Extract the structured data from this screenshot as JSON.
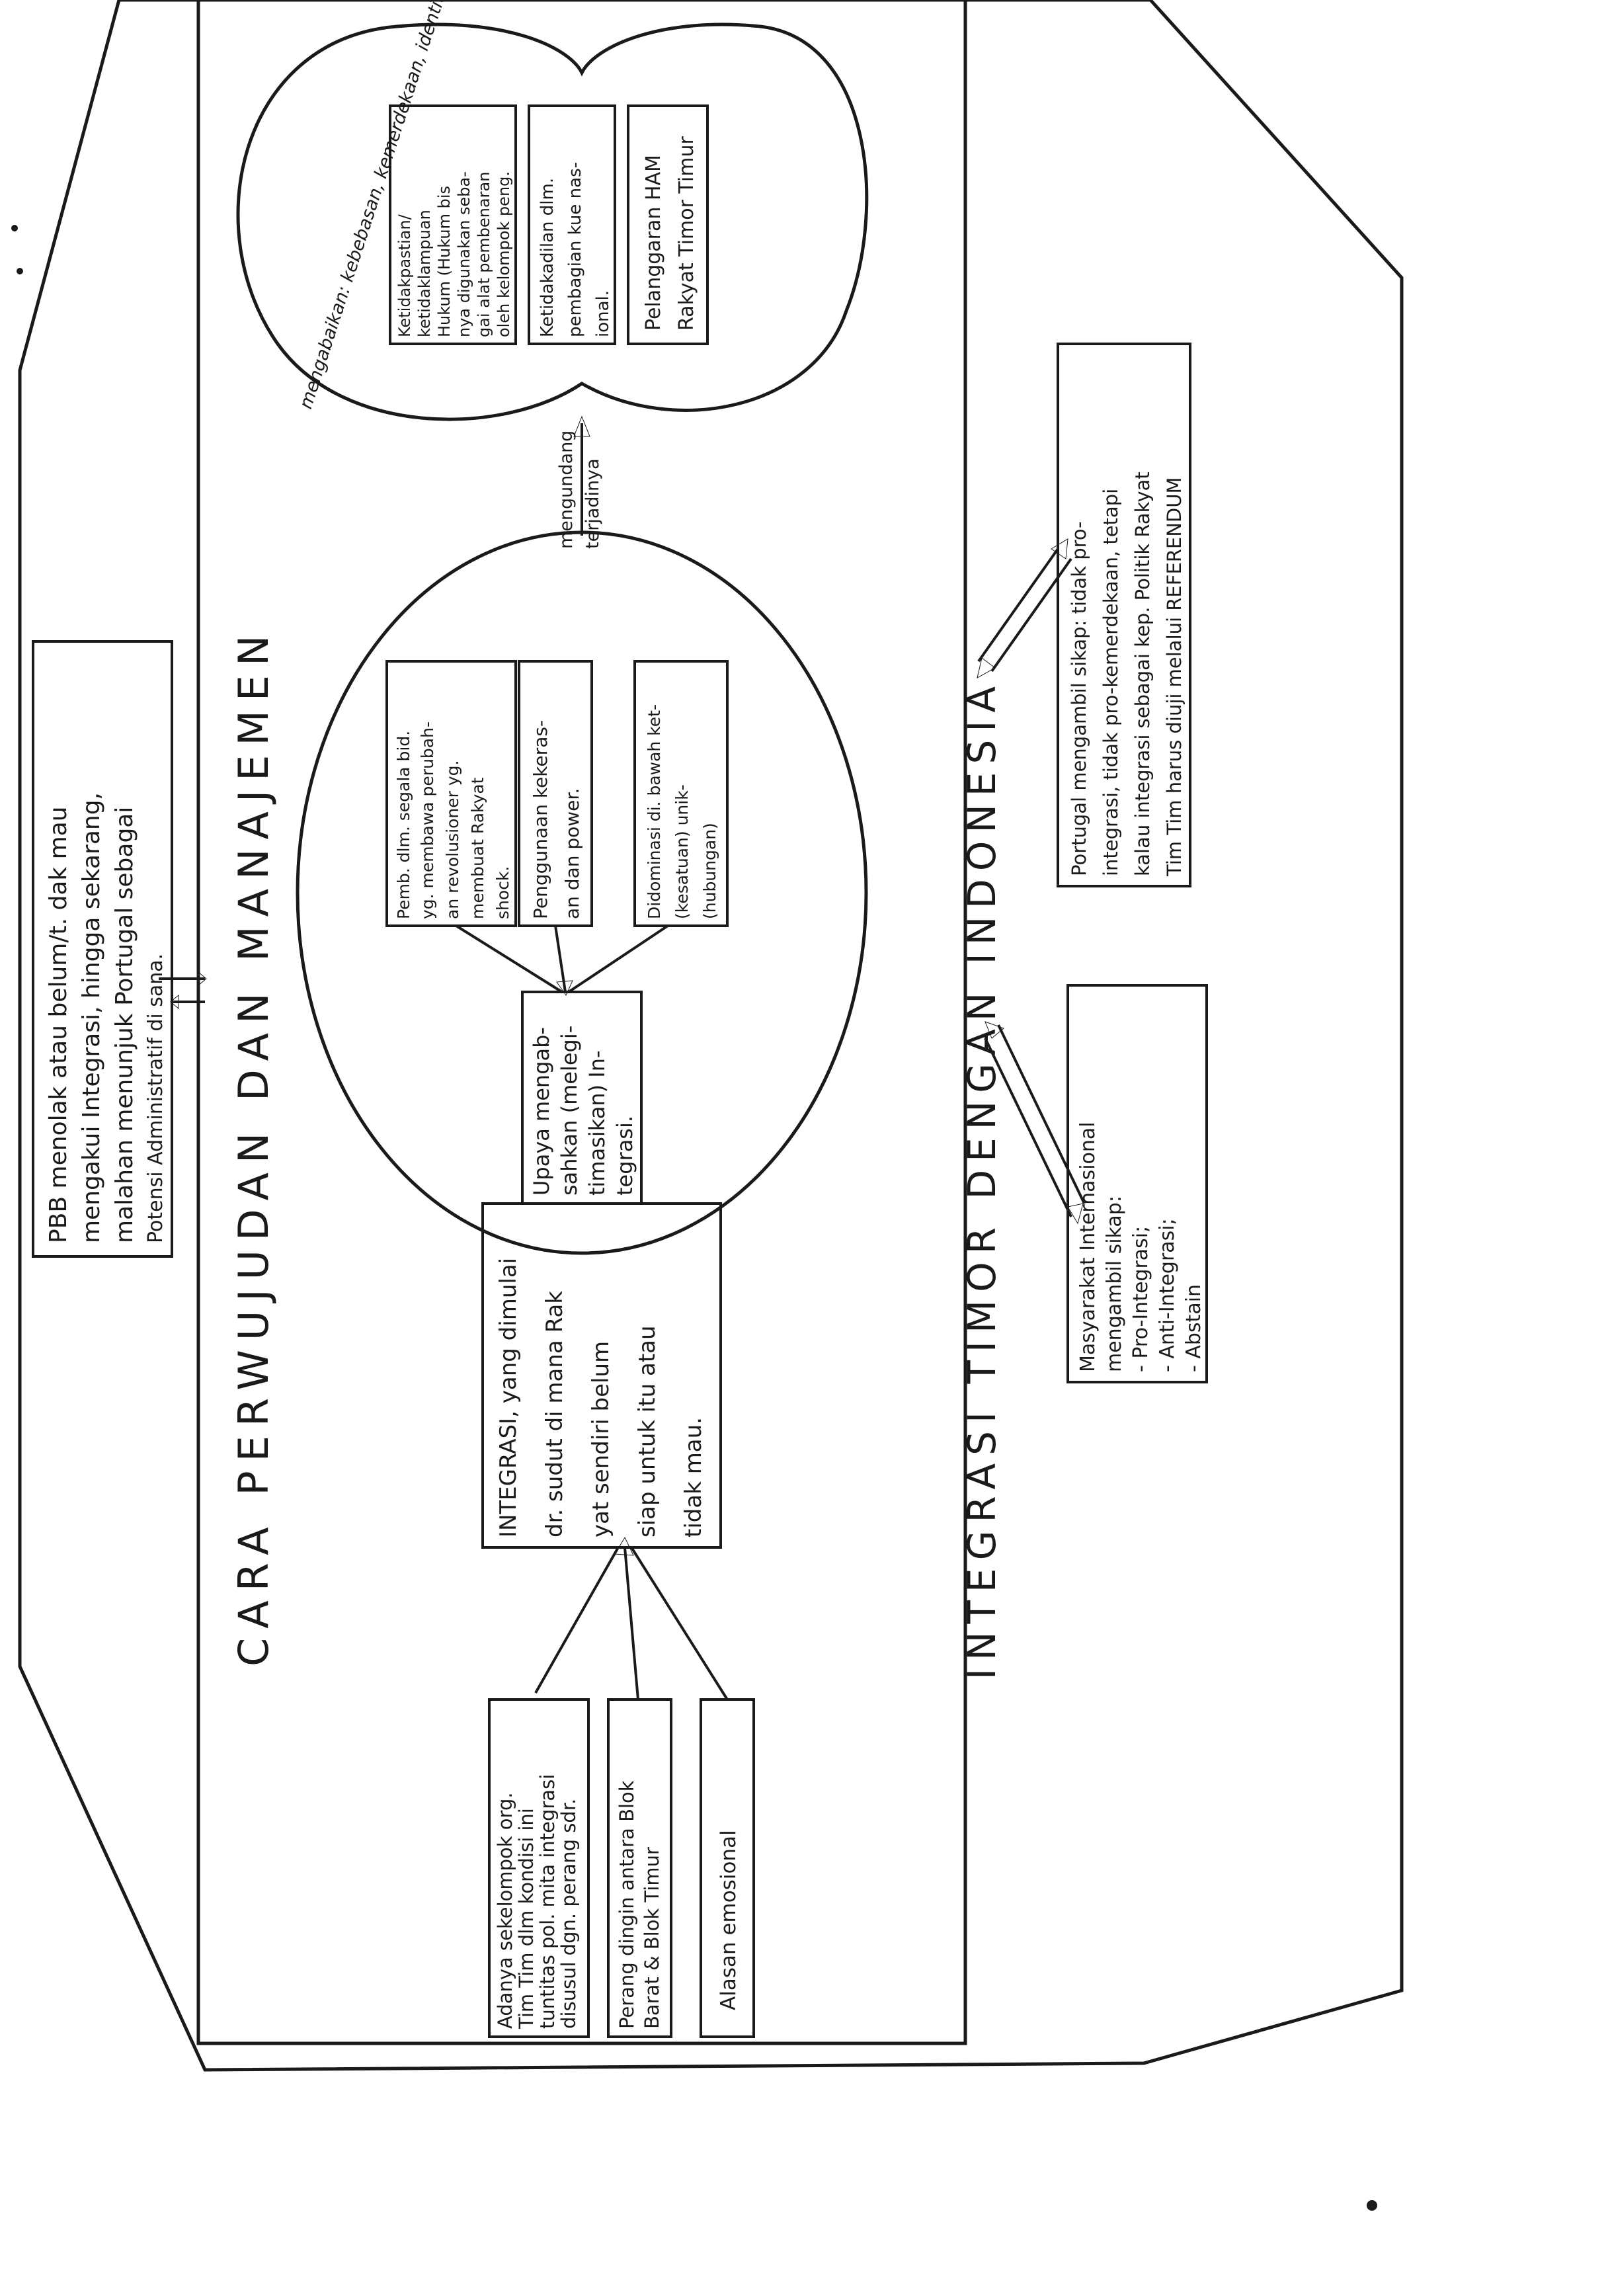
{
  "title_left": "CARA PERWUJUDAN DAN MANAJEMEN",
  "title_right": "INTEGRASI TIMOR DENGAN INDONESIA",
  "pbb_box": [
    "PBB menolak atau belum/t. dak mau",
    "mengakui Integrasi, hingga sekarang,",
    "malahan menunjuk Portugal sebagai",
    "Potensi Administratif di sana."
  ],
  "causes": [
    [
      "Adanya sekelompok org.",
      "Tim Tim dlm kondisi ini",
      "tuntitas pol. mita integrasi",
      "disusul dgn. perang sdr."
    ],
    [
      "Perang dingin antara Blok",
      "Barat & Blok Timur"
    ],
    [
      "Alasan emosional"
    ]
  ],
  "integrasi_box": [
    "INTEGRASI, yang dimulai",
    "dr. sudut di mana Rak",
    "yat sendiri belum",
    "siap untuk itu atau",
    "tidak mau."
  ],
  "upaya_box": [
    "Upaya mengab-",
    "sahkan (melegi-",
    "timasikan) In-",
    "tegrasi."
  ],
  "methods": [
    [
      "Pemb. dlm. segala bid.",
      "yg. membawa perubah-",
      "an revolusioner yg.",
      "membuat Rakyat",
      "shock."
    ],
    [
      "Penggunaan kekeras-",
      "an dan power."
    ],
    [
      "Didominasi di. bawah ket-",
      "(kesatuan) unik-",
      "(hubungan)"
    ]
  ],
  "link_label": [
    "mengundang",
    "terjadinya"
  ],
  "consequences": [
    [
      "Ketidakpastian/",
      "ketidaklampuan",
      "Hukum (Hukum bis",
      "nya digunakan seba-",
      "gai alat pembenaran",
      "oleh kelompok peng."
    ],
    [
      "Ketidakadilan dlm.",
      "pembagian kue nas-",
      "ional."
    ],
    [
      "Pelanggaran HAM",
      "Rakyat Timor Timur"
    ]
  ],
  "heart_caption": "mengabaikan: kebebasan, kemerdekaan, identitas, harga diri, harkat dan martabat rakyat ini.",
  "intl_box": [
    "Masyarakat Internasional",
    "mengambil sikap:",
    "- Pro-Integrasi;",
    "- Anti-Integrasi;",
    "- Abstain"
  ],
  "portugal_box": [
    "Portugal mengambil sikap: tidak pro-",
    "integrasi, tidak pro-kemerdekaan, tetapi",
    "kalau integrasi sebagai kep. Politik Rakyat",
    "Tim Tim harus diuji melalui REFERENDUM"
  ]
}
